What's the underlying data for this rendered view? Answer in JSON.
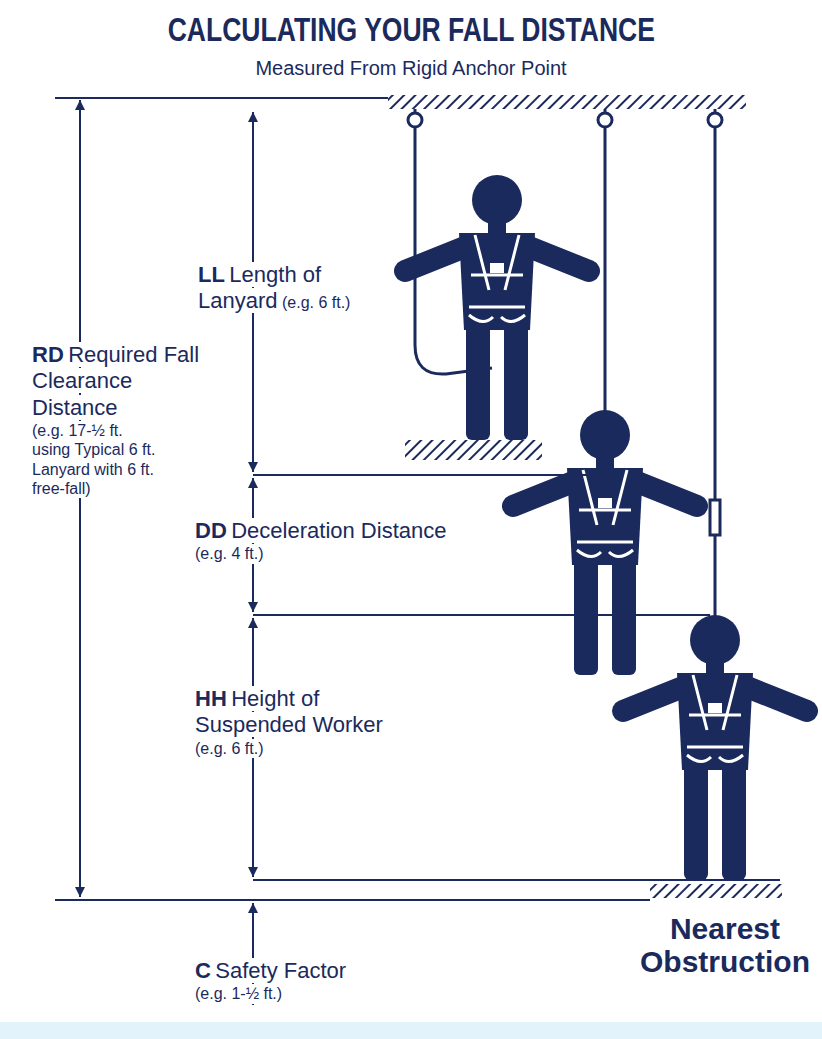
{
  "diagram": {
    "title": "CALCULATING YOUR FALL DISTANCE",
    "labels": [
      "Measured From Rigid Anchor Point",
      "LL",
      "Length of Lanyard",
      "(e.g. 6 ft.)",
      "RD",
      "Required Fall Clearance Distance",
      "(e.g. 17-½ ft. using Typical 6 ft. Lanyard with 6 ft. free-fall)",
      "DD",
      "Deceleration Distance",
      "(e.g. 4 ft.)",
      "HH",
      "Height of Suspended Worker",
      "(e.g. 6 ft.)",
      "C",
      "Safety Factor",
      "(e.g. 1-½ ft.)",
      "Nearest Obstruction"
    ]
  }
}
